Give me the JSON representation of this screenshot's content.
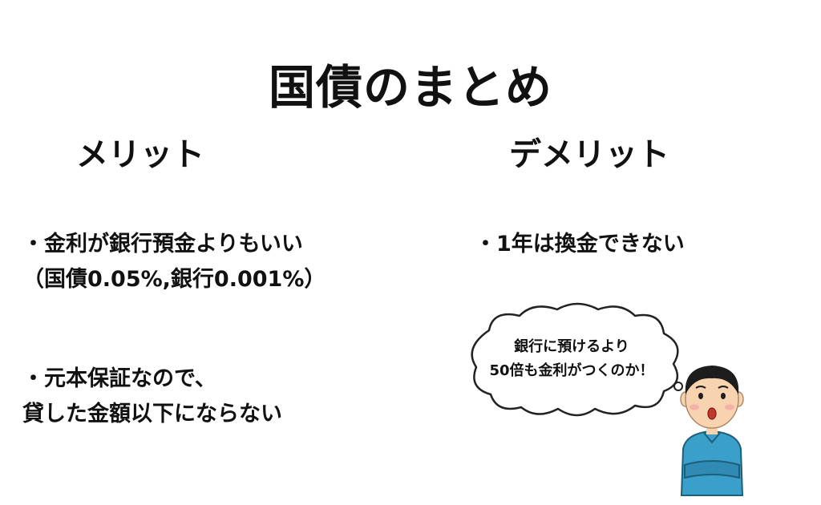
{
  "title": "国債のまとめ",
  "merit": {
    "heading": "メリット",
    "points": [
      {
        "line1": "・金利が銀行預金よりもいい",
        "line2": "（国債0.05%,銀行0.001%）"
      },
      {
        "line1": "・元本保証なので、",
        "line2": "貸した金額以下にならない"
      }
    ]
  },
  "demerit": {
    "heading": "デメリット",
    "points": [
      {
        "line1": "・1年は換金できない"
      }
    ]
  },
  "speech_bubble": {
    "line1": "銀行に預けるより",
    "line2": "50倍も金利がつくのか！"
  },
  "illustration": {
    "icon": "surprised-man-icon",
    "colors": {
      "shirt": "#3a9fc9",
      "skin": "#f7d3b0",
      "hair": "#1d1d1d"
    }
  }
}
